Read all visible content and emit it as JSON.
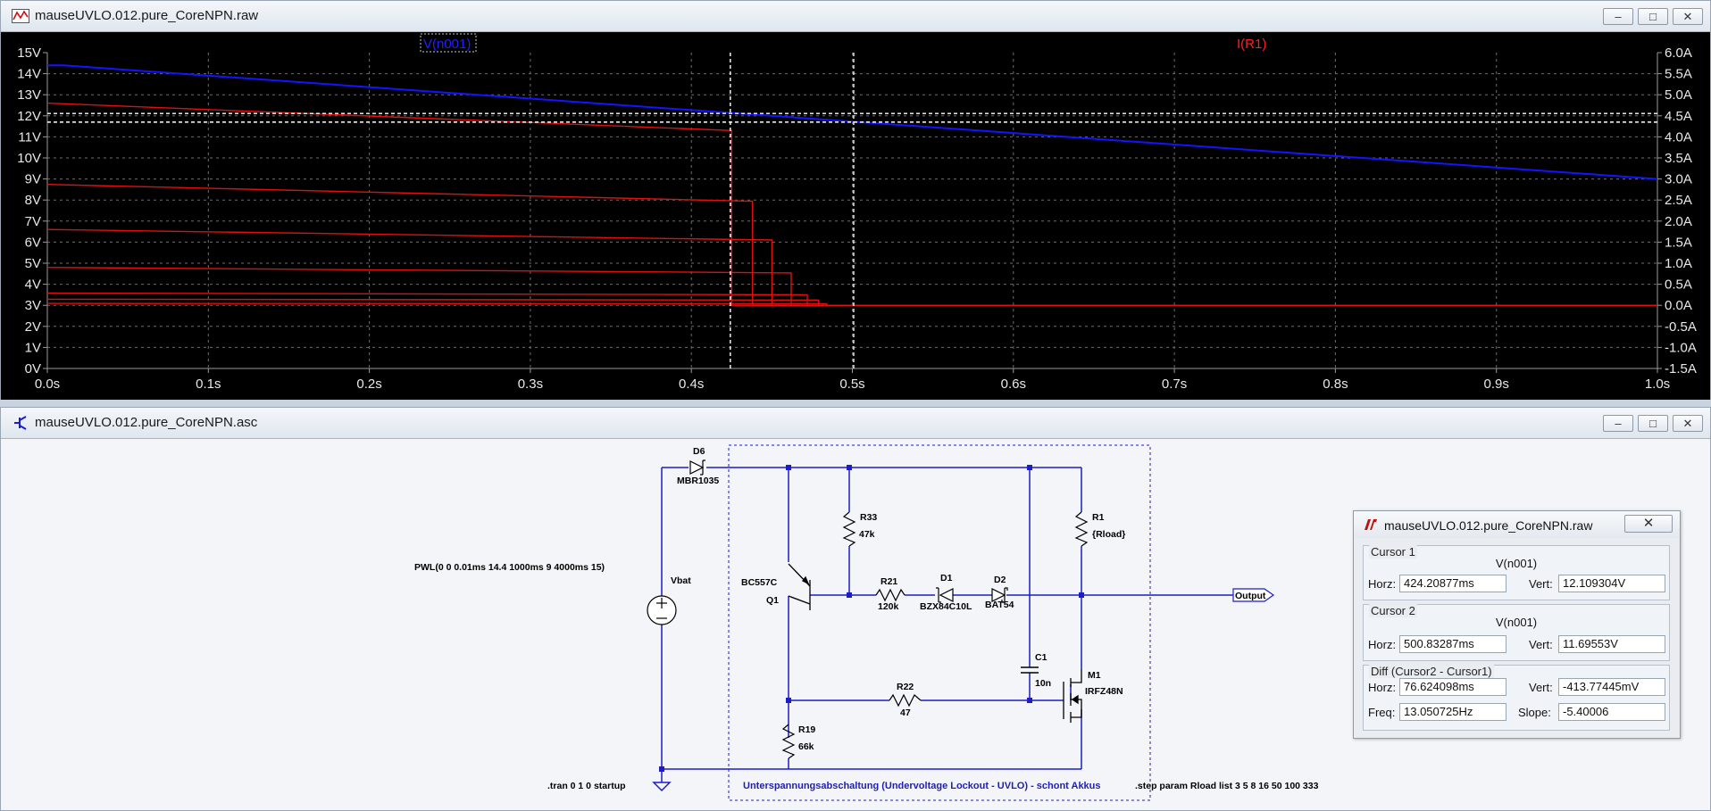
{
  "colors": {
    "voltage_trace": "#1414ff",
    "current_trace": "#e01010",
    "plot_bg": "#000000",
    "wire": "#1c1cc8"
  },
  "waveform_window": {
    "title": "mauseUVLO.012.pure_CoreNPN.raw",
    "icon": "waveform-app-icon",
    "trace_labels": [
      "V(n001)",
      "I(R1)"
    ]
  },
  "schematic_window": {
    "title": "mauseUVLO.012.pure_CoreNPN.asc",
    "icon": "schematic-app-icon"
  },
  "window_buttons": {
    "minimize": "–",
    "maximize": "□",
    "close": "✕"
  },
  "chart_data": {
    "type": "line",
    "title": "",
    "x_ticks": [
      "0.0s",
      "0.1s",
      "0.2s",
      "0.3s",
      "0.4s",
      "0.5s",
      "0.6s",
      "0.7s",
      "0.8s",
      "0.9s",
      "1.0s"
    ],
    "y_left_ticks": [
      "15V",
      "14V",
      "13V",
      "12V",
      "11V",
      "10V",
      "9V",
      "8V",
      "7V",
      "6V",
      "5V",
      "4V",
      "3V",
      "2V",
      "1V",
      "0V"
    ],
    "y_right_ticks": [
      "6.0A",
      "5.5A",
      "5.0A",
      "4.5A",
      "4.0A",
      "3.5A",
      "3.0A",
      "2.5A",
      "2.0A",
      "1.5A",
      "1.0A",
      "0.5A",
      "0.0A",
      "-0.5A",
      "-1.0A",
      "-1.5A"
    ],
    "xlim": [
      0,
      1.0
    ],
    "ylim_left": [
      0,
      15
    ],
    "ylim_right": [
      -1.5,
      6.0
    ],
    "grid": true,
    "cursors_x": [
      0.4242,
      0.5008
    ],
    "cursors_y_v": [
      12.11,
      11.7
    ],
    "series": [
      {
        "name": "V(n001)",
        "axis": "left",
        "x": [
          0.0,
          0.01,
          1.0
        ],
        "y": [
          14.4,
          14.4,
          9.0
        ]
      },
      {
        "name": "I(R1)",
        "axis": "right",
        "x": [
          0.0,
          0.425,
          0.425,
          1.0
        ],
        "y": [
          4.8,
          4.15,
          0.0,
          0.0
        ]
      },
      {
        "name": "I(R1)",
        "axis": "right",
        "x": [
          0.0,
          0.438,
          0.438,
          1.0
        ],
        "y": [
          2.87,
          2.47,
          0.0,
          0.0
        ]
      },
      {
        "name": "I(R1)",
        "axis": "right",
        "x": [
          0.0,
          0.45,
          0.45,
          1.0
        ],
        "y": [
          1.8,
          1.55,
          0.0,
          0.0
        ]
      },
      {
        "name": "I(R1)",
        "axis": "right",
        "x": [
          0.0,
          0.462,
          0.462,
          1.0
        ],
        "y": [
          0.9,
          0.77,
          0.0,
          0.0
        ]
      },
      {
        "name": "I(R1)",
        "axis": "right",
        "x": [
          0.0,
          0.472,
          0.472,
          1.0
        ],
        "y": [
          0.29,
          0.25,
          0.0,
          0.0
        ]
      },
      {
        "name": "I(R1)",
        "axis": "right",
        "x": [
          0.0,
          0.479,
          0.479,
          1.0
        ],
        "y": [
          0.145,
          0.125,
          0.0,
          0.0
        ]
      },
      {
        "name": "I(R1)",
        "axis": "right",
        "x": [
          0.0,
          0.484,
          0.484,
          1.0
        ],
        "y": [
          0.044,
          0.038,
          0.0,
          0.0
        ]
      }
    ]
  },
  "schematic": {
    "components": {
      "D6": "D6",
      "D6_val": "MBR1035",
      "R33": "R33",
      "R33_val": "47k",
      "R1": "R1",
      "R1_val": "{Rload}",
      "Vbat": "Vbat",
      "Q1_type": "BC557C",
      "Q1": "Q1",
      "R21": "R21",
      "R21_val": "120k",
      "D1": "D1",
      "D1_val": "BZX84C10L",
      "D2": "D2",
      "D2_val": "BAT54",
      "C1": "C1",
      "C1_val": "10n",
      "M1": "M1",
      "M1_val": "IRFZ48N",
      "R22": "R22",
      "R22_val": "47",
      "R19": "R19",
      "R19_val": "66k",
      "output": "Output"
    },
    "pwl": "PWL(0 0 0.01ms 14.4 1000ms 9 4000ms 15)",
    "tran": ".tran 0 1 0 startup",
    "caption": "Unterspannungsabschaltung (Undervoltage Lockout - UVLO) - schont Akkus",
    "step": ".step param Rload list 3 5 8 16 50 100 333"
  },
  "cursor_dialog": {
    "title": "mauseUVLO.012.pure_CoreNPN.raw",
    "close": "✕",
    "cursor1": {
      "label": "Cursor 1",
      "trace": "V(n001)",
      "horz_label": "Horz:",
      "horz": "424.20877ms",
      "vert_label": "Vert:",
      "vert": "12.109304V"
    },
    "cursor2": {
      "label": "Cursor 2",
      "trace": "V(n001)",
      "horz_label": "Horz:",
      "horz": "500.83287ms",
      "vert_label": "Vert:",
      "vert": "11.69553V"
    },
    "diff": {
      "label": "Diff (Cursor2 - Cursor1)",
      "horz_label": "Horz:",
      "horz": "76.624098ms",
      "vert_label": "Vert:",
      "vert": "-413.77445mV",
      "freq_label": "Freq:",
      "freq": "13.050725Hz",
      "slope_label": "Slope:",
      "slope": "-5.40006"
    }
  }
}
